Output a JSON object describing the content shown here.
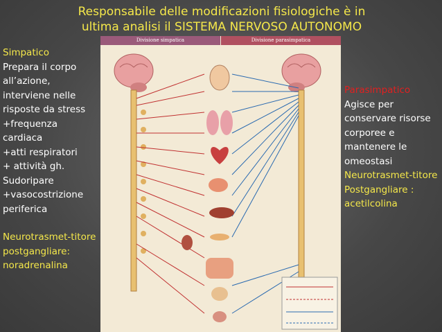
{
  "title": {
    "line1": "Responsabile delle modificazioni fisiologiche è in",
    "line2": "ultima analisi il SISTEMA NERVOSO AUTONOMO"
  },
  "left": {
    "heading": "Simpatico",
    "p1": "Prepara il corpo all’azione, interviene nelle risposte da stress",
    "p2": "+frequenza cardiaca",
    "p3": "+atti respiratori",
    "p4": "+ attività gh. Sudoripare",
    "p5": "+vasocostrizione periferica",
    "p6": "Neurotrasmet-titore postgangliare: noradrenalina"
  },
  "right": {
    "heading": "Parasimpatico",
    "p1": "Agisce per conservare risorse corporee e mantenere le omeostasi",
    "p2": "Neurotrasmet-titore Postgangliare : acetilcolina"
  },
  "figure": {
    "header_left": "Divisione simpatica",
    "header_right": "Divisione parasimpatica",
    "colors": {
      "sympathetic": "#c03030",
      "parasympathetic": "#2a6ab0",
      "neuron": "#d4a14a"
    }
  }
}
